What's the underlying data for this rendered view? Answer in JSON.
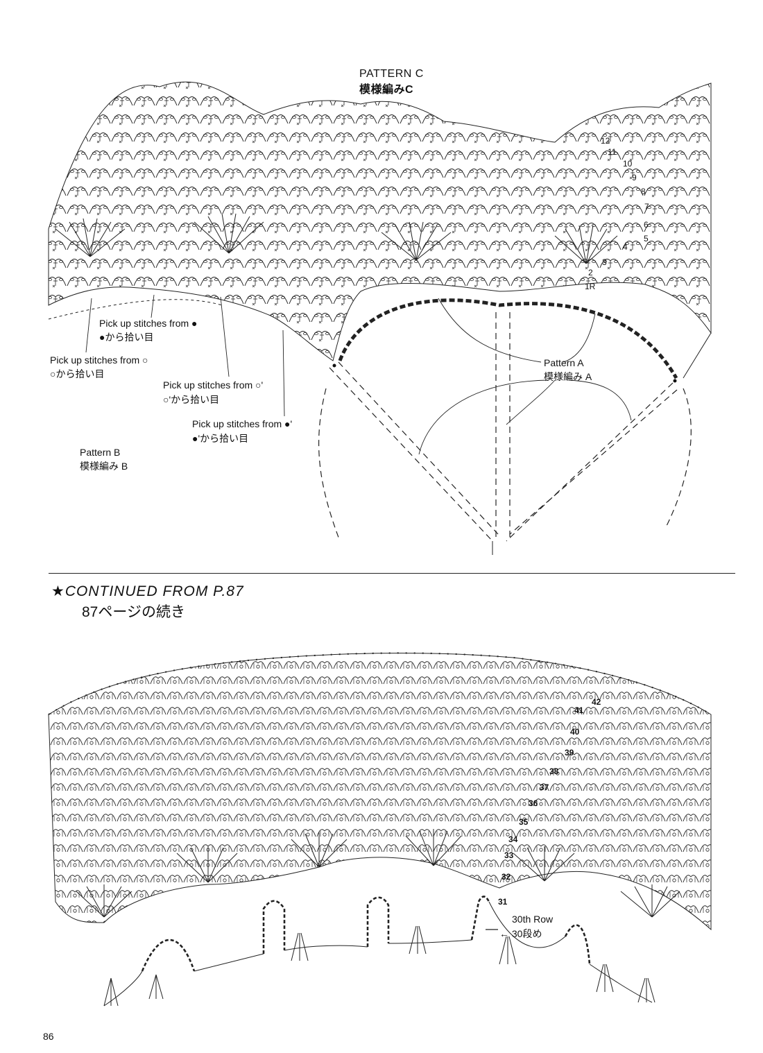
{
  "top_diagram": {
    "title_en": "PATTERN C",
    "title_jp": "模様編みC",
    "row_numbers": [
      "12",
      "11",
      "10",
      "9",
      "8",
      "7",
      "6",
      "5",
      "4",
      "3",
      "2",
      "1R"
    ],
    "labels": {
      "pick_filled_en": "Pick up stitches from",
      "pick_filled_jp": "から拾い目",
      "pick_open_en": "Pick up stitches from",
      "pick_open_jp": "から拾い目",
      "pick_open_prime_en": "Pick up stitches from",
      "pick_open_prime_jp": "から拾い目",
      "pick_filled_prime_en": "Pick up stitches from",
      "pick_filled_prime_jp": "から拾い目",
      "pattern_b_en": "Pattern  B",
      "pattern_b_jp": "模様編み B",
      "pattern_a_en": "Pattern  A",
      "pattern_a_jp": "模様編み A"
    },
    "markers": {
      "filled": "●",
      "open": "○",
      "open_prime": "○'",
      "filled_prime": "●'"
    }
  },
  "continued": {
    "heading": "★CONTINUED FROM P.87",
    "heading_jp": "87ページの続き"
  },
  "bottom_diagram": {
    "row_numbers": [
      "42",
      "41",
      "40",
      "39",
      "38",
      "37",
      "36",
      "35",
      "34",
      "33",
      "32",
      "31"
    ],
    "row_label_en": "30th Row",
    "row_label_jp": "30段め",
    "arrow_icon": "←"
  },
  "page_number": "86"
}
